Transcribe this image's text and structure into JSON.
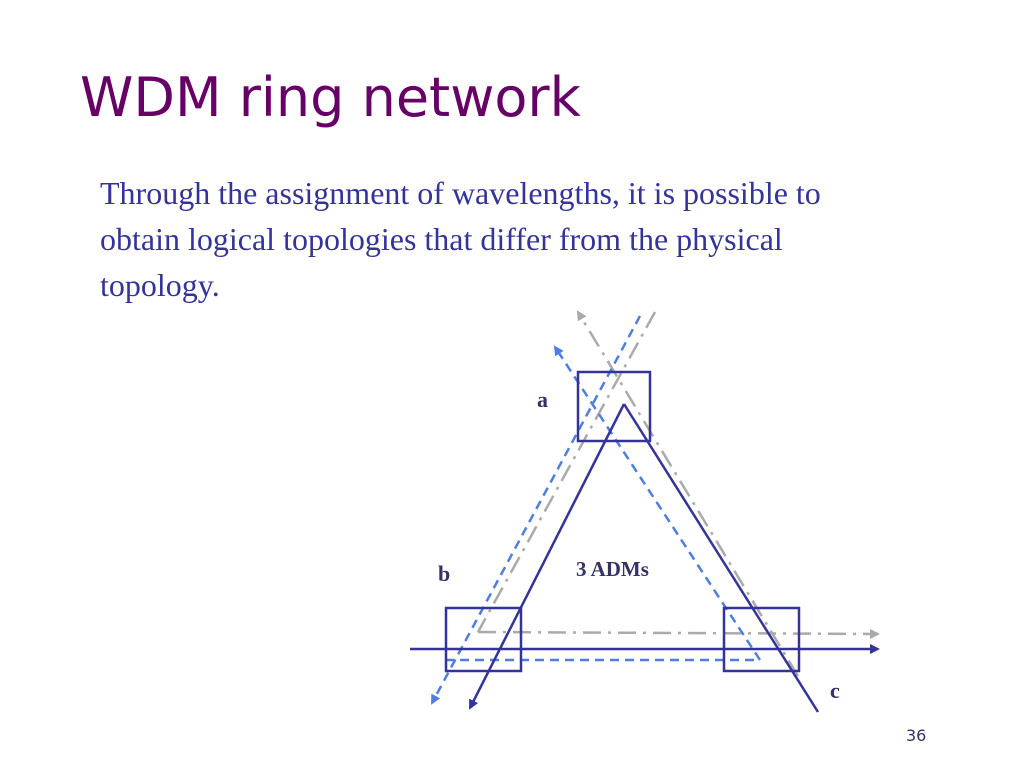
{
  "slide": {
    "title": "WDM ring network",
    "body": "Through the assignment of wavelengths, it is possible to obtain logical topologies that differ from the physical topology.",
    "page_number": "36"
  },
  "diagram": {
    "nodes": [
      {
        "id": "a",
        "label": "a"
      },
      {
        "id": "b",
        "label": "b"
      },
      {
        "id": "c",
        "label": "c"
      }
    ],
    "center_label": "3 ADMs",
    "colors": {
      "physical_fiber": "#333399",
      "wavelength_blue": "#4f7de0",
      "wavelength_gray": "#aaaaaa",
      "node_border": "#333399",
      "title": "#660066",
      "text": "#333399"
    }
  }
}
